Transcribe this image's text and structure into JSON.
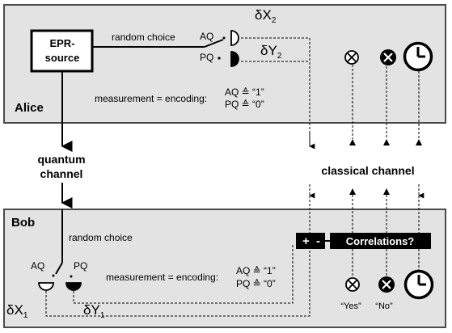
{
  "alice": {
    "panel_label": "Alice",
    "source_line1": "EPR-",
    "source_line2": "source",
    "random_choice": "random choice",
    "aq": "AQ",
    "pq": "PQ",
    "dx": "δX",
    "dx_sub": "2",
    "dy": "δY",
    "dy_sub": "2",
    "encoding_label": "measurement = encoding:",
    "enc_aq": "AQ ≙ “1”",
    "enc_pq": "PQ ≙ “0”"
  },
  "channels": {
    "quantum_line1": "quantum",
    "quantum_line2": "channel",
    "classical": "classical channel"
  },
  "bob": {
    "panel_label": "Bob",
    "random_choice": "random choice",
    "aq": "AQ",
    "pq": "PQ",
    "dx": "δX",
    "dx_sub": "1",
    "dy": "δY",
    "dy_sub": "1",
    "encoding_label": "measurement = encoding:",
    "enc_aq": "AQ ≙ “1”",
    "enc_pq": "PQ ≙ “0”",
    "plus": "+",
    "minus": "-",
    "correlations": "Correlations?",
    "yes": "“Yes”",
    "no": "“No”"
  },
  "icons": [
    "otimes-icon",
    "filled-x-icon",
    "clock-icon"
  ],
  "colors": {
    "panel_fill": "#e3e3e3",
    "panel_border": "#4a4a4a",
    "ink": "#000000"
  }
}
